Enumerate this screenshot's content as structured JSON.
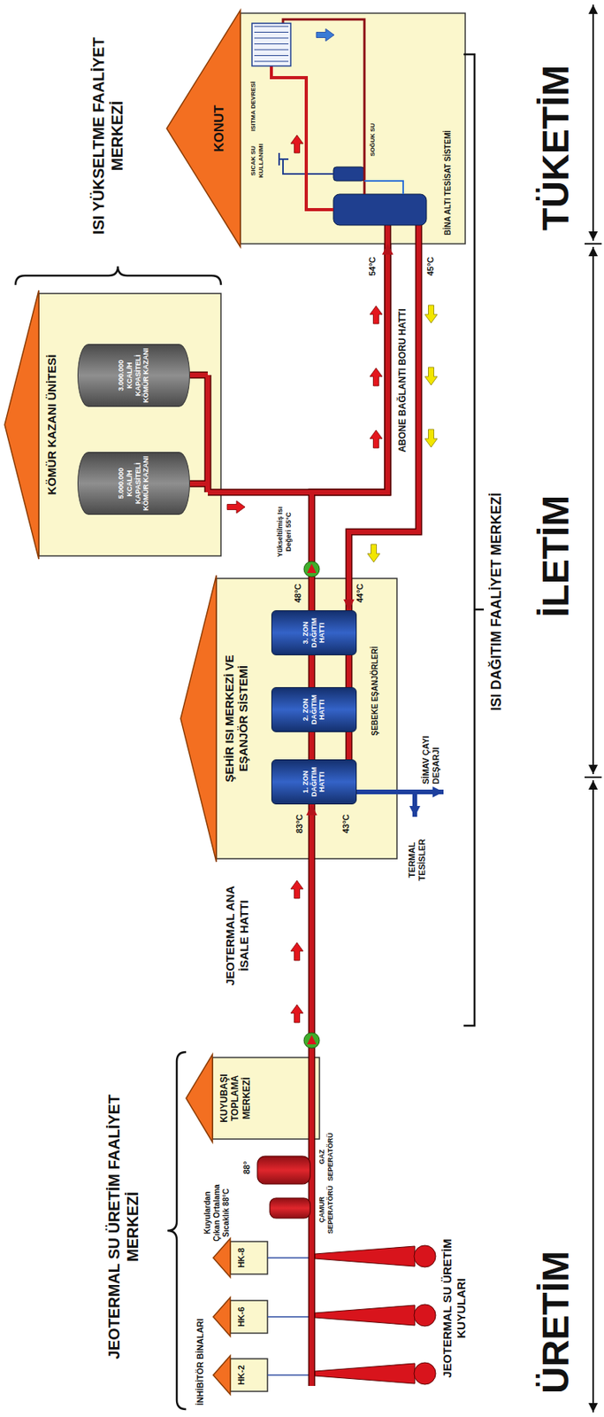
{
  "diagram": {
    "nodes": [
      {
        "text": [
          "HK-2"
        ]
      },
      {
        "text": [
          "HK-6"
        ]
      },
      {
        "text": [
          "HK-8"
        ]
      },
      {
        "text": [
          "KUYUBAŞI TOPLAMA MERKEZİ"
        ]
      },
      {
        "text": [
          "ŞEHİR ISI MERKEZİ VE EŞANJÖR SİSTEMİ"
        ]
      },
      {
        "text": [
          "1. ZON DAĞITIM HATTI"
        ],
        "in": 4
      },
      {
        "text": [
          "2. ZON DAĞITIM HATTI"
        ],
        "in": 4
      },
      {
        "text": [
          "3. ZON DAĞITIM HATTI"
        ],
        "in": 4
      },
      {
        "text": [
          "KÖMÜR KAZANI ÜNİTESİ"
        ]
      },
      {
        "text": [
          "5.000.000 KCAL/H KAPASİTELİ KÖMÜR KAZANI"
        ],
        "in": 8
      },
      {
        "text": [
          "3.000.000 KCAL/H KAPASİTELİ KÖMÜR KAZANI"
        ],
        "in": 8
      },
      {
        "text": [
          "KONUT"
        ]
      }
    ],
    "edges": [
      {
        "from": 3,
        "to": 5,
        "arrow": "to"
      },
      {
        "from": 5,
        "to": 6,
        "arrow": "none"
      },
      {
        "from": 6,
        "to": 7,
        "arrow": "none"
      },
      {
        "from": 7,
        "to": 11,
        "arrow": "to"
      },
      {
        "from": 8,
        "to": 11,
        "arrow": "to"
      },
      {
        "from": 11,
        "to": 7,
        "arrow": "to"
      }
    ],
    "labels": [
      "JEOTERMAL SU ÜRETİM FAALİYET MERKEZİ",
      "ISI YÜKSELTME FAALİYET MERKEZİ",
      "İNHİBİTÖR BİNALARI",
      "JEOTERMAL SU ÜRETİM KUYULARI",
      "Kuyulardan Çıkan Ortalama Sıcaklık 88°C",
      "88°",
      "ÇAMUR SEPERATÖRÜ",
      "GAZ SEPERATÖRÜ",
      "JEOTERMAL ANA İSALE HATTI",
      "83°C",
      "43°C",
      "48°C",
      "44°C",
      "ŞEBEKE EŞANJÖRLERİ",
      "SİMAV ÇAYI DEŞARJI",
      "TERMAL TESİSLER",
      "Yükseltilmiş Isı Değeri 55°C",
      "ABONE BAĞLANTI BORU HATTI",
      "54°C",
      "45°C",
      "ISITMA DEVRESİ",
      "SICAK SU KULLANIMI",
      "SOĞUK SU",
      "BİNA ALTI TESİSAT SİSTEMİ",
      "ISI DAĞITIM FAALİYET MERKEZİ",
      "ÜRETİM",
      "İLETİM",
      "TÜKETİM"
    ]
  }
}
